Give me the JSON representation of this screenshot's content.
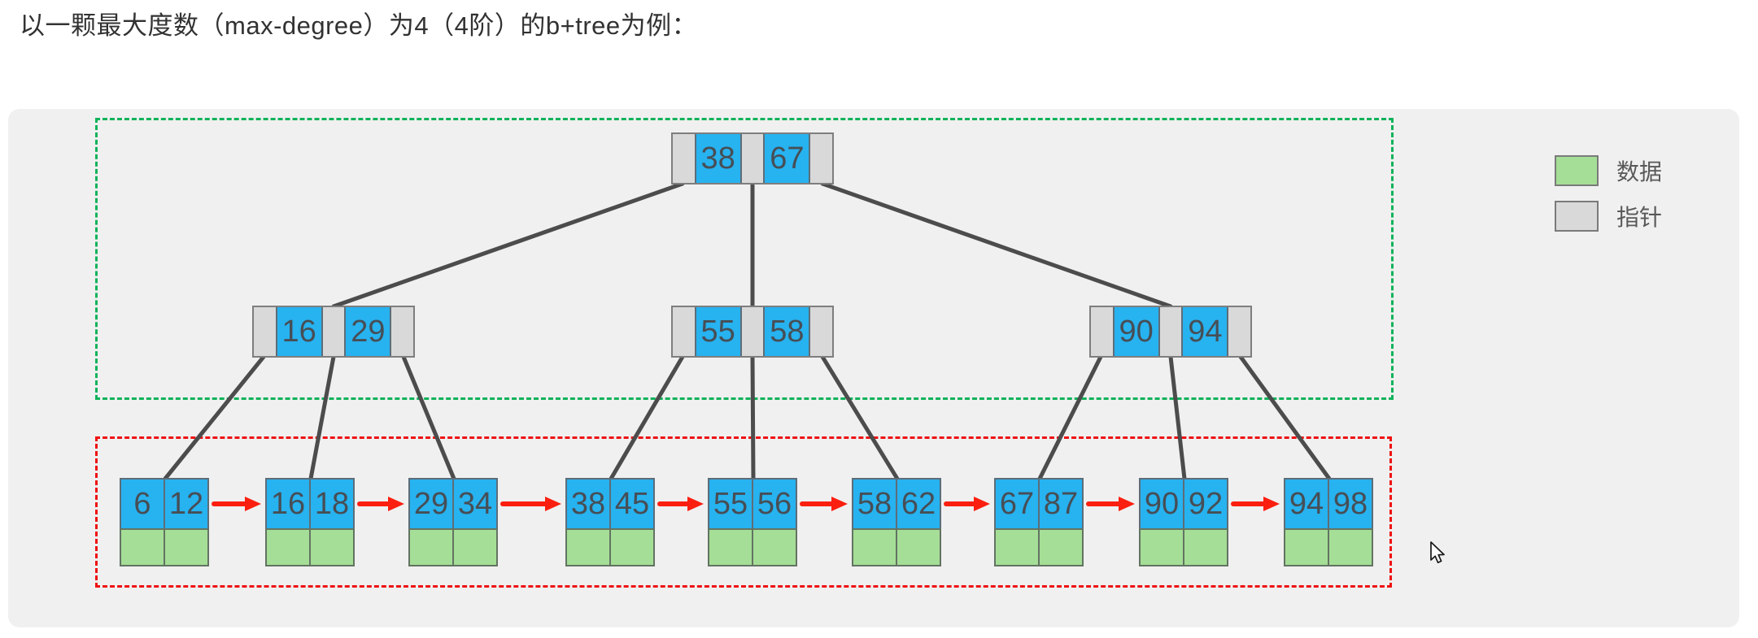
{
  "title": "以一颗最大度数（max-degree）为4（4阶）的b+tree为例：",
  "legend": {
    "items": [
      {
        "label": "数据",
        "type": "data"
      },
      {
        "label": "指针",
        "type": "pointer"
      }
    ]
  },
  "tree": {
    "root": {
      "keys": [
        "38",
        "67"
      ]
    },
    "internal_nodes": [
      {
        "keys": [
          "16",
          "29"
        ]
      },
      {
        "keys": [
          "55",
          "58"
        ]
      },
      {
        "keys": [
          "90",
          "94"
        ]
      }
    ],
    "leaf_nodes": [
      {
        "keys": [
          "6",
          "12"
        ]
      },
      {
        "keys": [
          "16",
          "18"
        ]
      },
      {
        "keys": [
          "29",
          "34"
        ]
      },
      {
        "keys": [
          "38",
          "45"
        ]
      },
      {
        "keys": [
          "55",
          "56"
        ]
      },
      {
        "keys": [
          "58",
          "62"
        ]
      },
      {
        "keys": [
          "67",
          "87"
        ]
      },
      {
        "keys": [
          "90",
          "92"
        ]
      },
      {
        "keys": [
          "94",
          "98"
        ]
      }
    ]
  },
  "colors": {
    "key_cell": "#27b2f0",
    "data_cell": "#a5de96",
    "pointer_cell": "#d9d9d9",
    "edge": "#4c4c4c",
    "leaf_link": "#fb1f10",
    "internal_region_border": "#0fb25a",
    "leaf_region_border": "#ef1111",
    "panel_bg": "#f0f0f0"
  }
}
